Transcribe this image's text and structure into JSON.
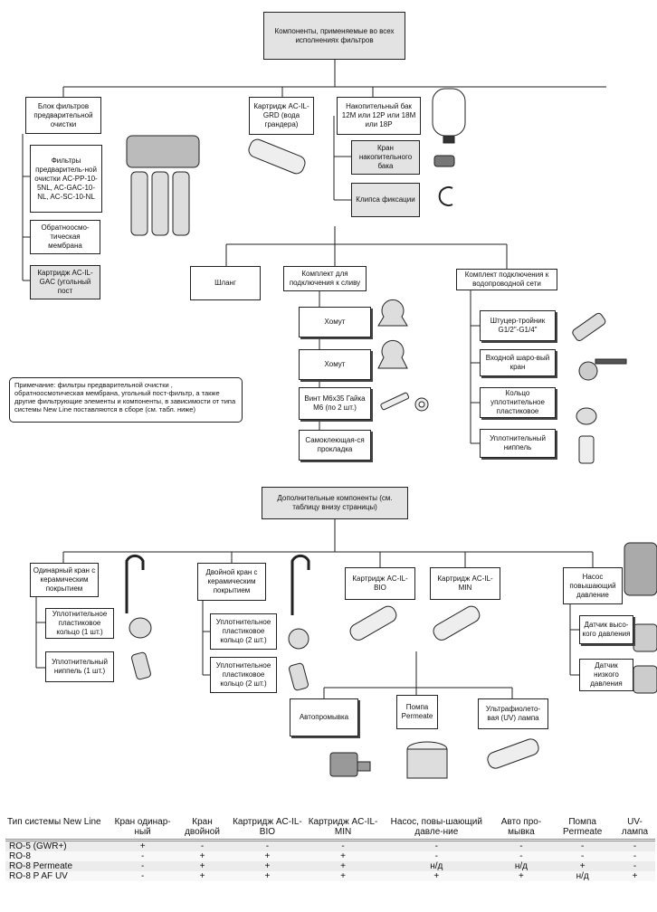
{
  "header": {
    "title": "Компоненты, применяемые во всех исполнениях фильтров"
  },
  "prefilter_block": {
    "title": "Блок фильтров предварительной очистки",
    "filters": "Фильтры предваритель-ной очистки AC-PP-10-5NL, AC-GAC-10-NL, AC-SC-10-NL",
    "membrane": "Обратноосмо-тическая мембрана",
    "carbon": "Картридж AC-IL-GAC (угольный пост"
  },
  "grd_cartridge": "Картридж AC-IL-GRD (вода грандера)",
  "tank": {
    "title": "Накопительный бак 12М или 12Р или 18М или 18Р",
    "valve": "Кран накопительного бака",
    "clip": "Клипса фиксации"
  },
  "hose": "Шланг",
  "drain_kit": {
    "title": "Комплект для подключения к сливу",
    "items": [
      "Хомут",
      "Хомут",
      "Винт М6х35 Гайка М6 (по 2 шт.)",
      "Самоклеющая-ся прокладка"
    ]
  },
  "water_kit": {
    "title": "Комплект подключения к водопроводной сети",
    "items": [
      "Штуцер-тройник G1/2\"-G1/4\"",
      "Входной шаро-вый кран",
      "Кольцо уплотнительное пластиковое",
      "Уплотнительный ниппель"
    ]
  },
  "note": "Примечание: фильтры предварительной очистки , обратноосмотическая мембрана, угольный пост-фильтр, а также другие фильтрующие элементы и компоненты, в зависимости от типа системы New Line поставляются в сборе (см. табл. ниже)",
  "additional": {
    "title": "Дополнительные компоненты (см. таблицу внизу страницы)",
    "single_faucet": "Одинарный кран с керамическим покрытием",
    "single_ring": "Уплотнительное пластиковое кольцо (1 шт.)",
    "single_nipple": "Уплотнительный ниппель (1 шт.)",
    "double_faucet": "Двойной кран с керамическим покрытием",
    "double_ring": "Уплотнительное пластиковое кольцо (2 шт.)",
    "double_ring2": "Уплотнительное пластиковое кольцо (2 шт.)",
    "bio": "Картридж AC-IL-BIO",
    "min": "Картридж AC-IL-MIN",
    "pump": "Насос повышающий давление",
    "high_sensor": "Датчик высо-кого давления",
    "low_sensor": "Датчик низкого давления",
    "autoflush": "Автопромывка",
    "permeate_pump": "Помпа Permeate",
    "uv_lamp": "Ультрафиолето-вая (UV) лампа"
  },
  "table": {
    "headers": [
      "Тип системы New Line",
      "Кран одинар-ный",
      "Кран двойной",
      "Картридж AC-IL-BIO",
      "Картридж AC-IL-MIN",
      "Насос, повы-шающий давле-ние",
      "Авто про-мывка",
      "Помпа Permeate",
      "UV-лампа"
    ],
    "rows": [
      [
        "RO-5 (GWR+)",
        "+",
        "-",
        "-",
        "-",
        "-",
        "-",
        "-",
        "-"
      ],
      [
        "RO-8",
        "-",
        "+",
        "+",
        "+",
        "-",
        "-",
        "-",
        "-"
      ],
      [
        "RO-8 Permeate",
        "-",
        "+",
        "+",
        "+",
        "н/д",
        "н/д",
        "+",
        "-"
      ],
      [
        "RO-8 P AF UV",
        "-",
        "+",
        "+",
        "+",
        "+",
        "+",
        "н/д",
        "+"
      ]
    ]
  }
}
